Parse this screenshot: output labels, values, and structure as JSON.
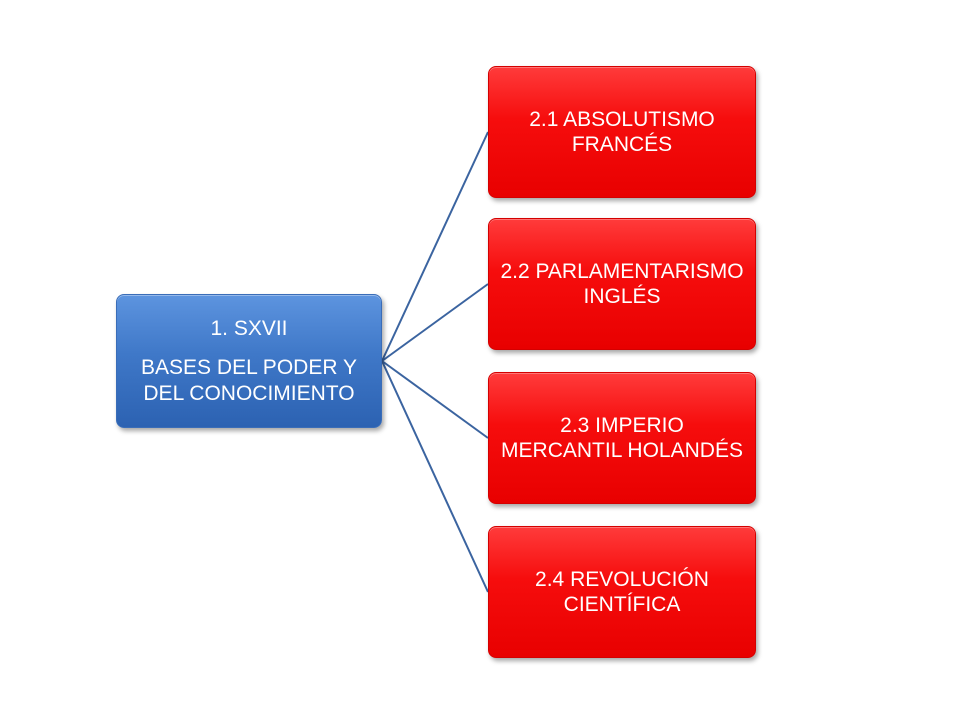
{
  "root": {
    "title": "1. SXVII",
    "subtitle": "BASES DEL PODER Y DEL CONOCIMIENTO"
  },
  "children": [
    {
      "label": "2.1 ABSOLUTISMO FRANCÉS"
    },
    {
      "label": "2.2 PARLAMENTARISMO INGLÉS"
    },
    {
      "label": "2.3 IMPERIO MERCANTIL HOLANDÉS"
    },
    {
      "label": "2.4 REVOLUCIÓN CIENTÍFICA"
    }
  ],
  "colors": {
    "root_fill": "#3f78c8",
    "child_fill": "#f60d0d",
    "connector": "#3b64a0",
    "text": "#ffffff"
  }
}
